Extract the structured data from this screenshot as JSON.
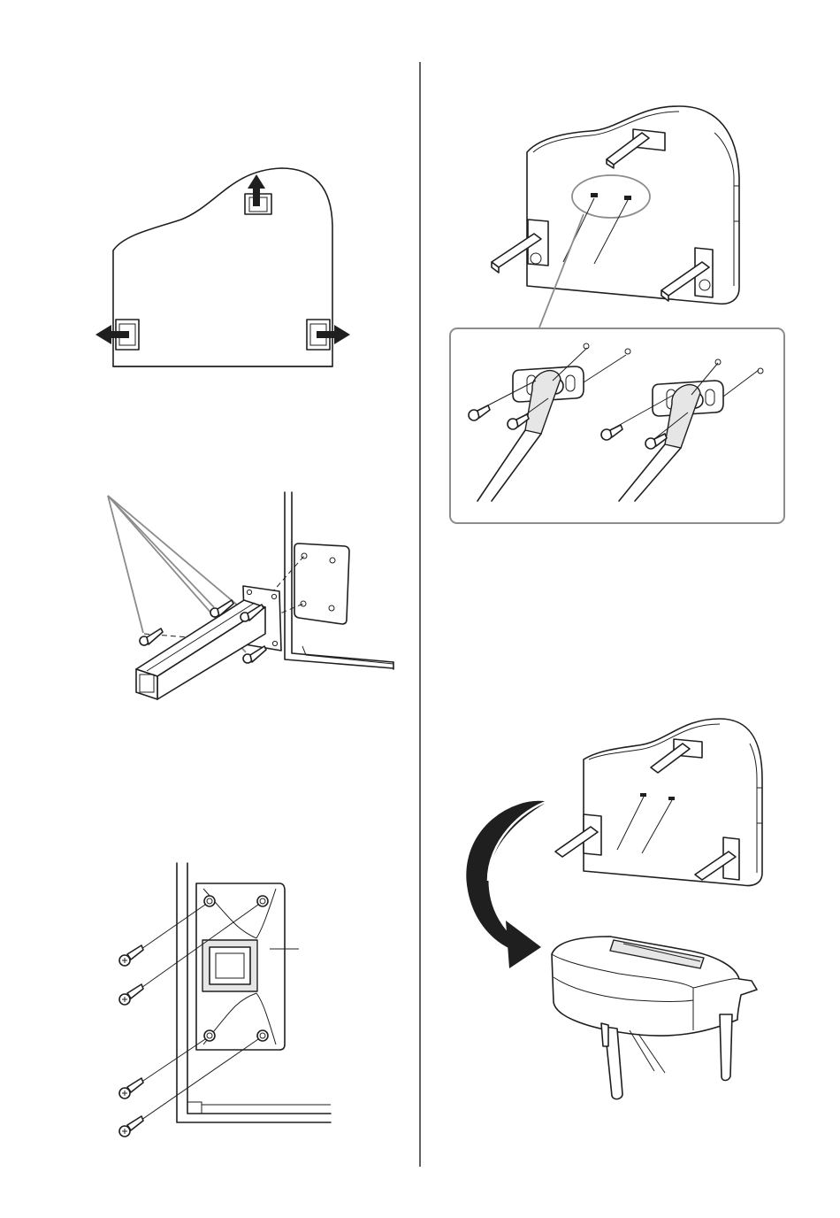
{
  "page": {
    "background": "#ffffff",
    "ink_color": "#1f1f1f",
    "callout_color": "#8c8c8c"
  },
  "figures": [
    {
      "id": "bottom-panel-leg-blocks",
      "icon": "arrow-icon"
    },
    {
      "id": "leg-mounting-screws",
      "icon": "screw-icon"
    },
    {
      "id": "leg-plate-closeup",
      "icon": "screw-icon"
    },
    {
      "id": "pedal-rod-attachment",
      "icon": "screw-icon"
    },
    {
      "id": "rotate-piano-upright",
      "icon": "curved-arrow-icon"
    }
  ]
}
